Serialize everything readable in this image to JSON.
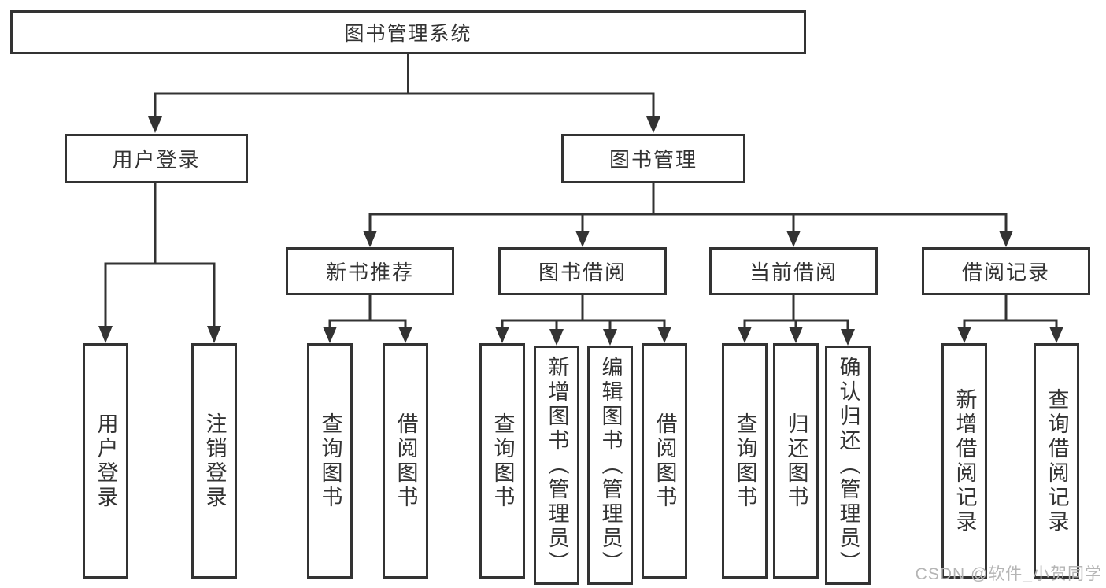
{
  "diagram": {
    "title": "图书管理系统",
    "root": {
      "label": "图书管理系统"
    },
    "branches": [
      {
        "label": "用户登录",
        "children": [
          {
            "label": "用户登录"
          },
          {
            "label": "注销登录"
          }
        ]
      },
      {
        "label": "图书管理",
        "children": [
          {
            "label": "新书推荐",
            "children": [
              {
                "label": "查询图书"
              },
              {
                "label": "借阅图书"
              }
            ]
          },
          {
            "label": "图书借阅",
            "children": [
              {
                "label": "查询图书"
              },
              {
                "label": "新增图书（管理员）"
              },
              {
                "label": "编辑图书（管理员）"
              },
              {
                "label": "借阅图书"
              }
            ]
          },
          {
            "label": "当前借阅",
            "children": [
              {
                "label": "查询图书"
              },
              {
                "label": "归还图书"
              },
              {
                "label": "确认归还（管理员）"
              }
            ]
          },
          {
            "label": "借阅记录",
            "children": [
              {
                "label": "新增借阅记录"
              },
              {
                "label": "查询借阅记录"
              }
            ]
          }
        ]
      }
    ]
  },
  "watermark": {
    "text": "CSDN @软件_小贺同学"
  },
  "colors": {
    "line": "#333333",
    "box_border": "#333333",
    "text": "#333333",
    "background": "#ffffff",
    "watermark": "#b5b5b5"
  }
}
